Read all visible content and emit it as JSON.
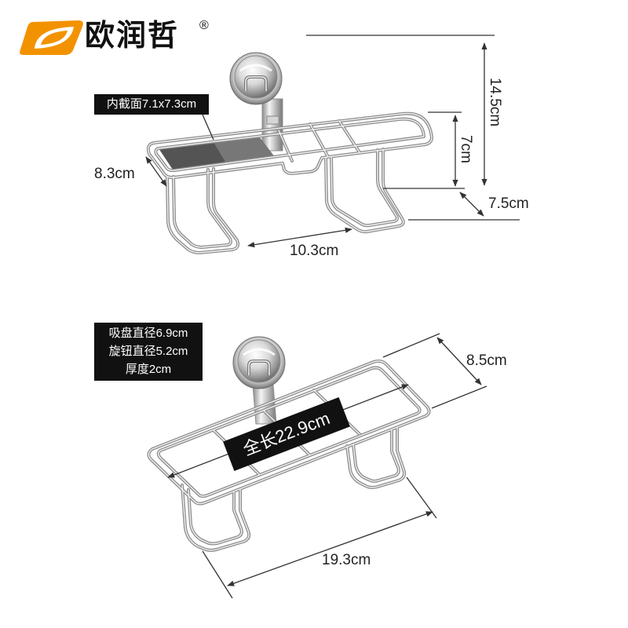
{
  "brand": {
    "name": "欧润哲",
    "registered_mark": "®",
    "logo_icon": "orange-leaf-logo-icon",
    "logo_color": "#F39200"
  },
  "top_view": {
    "inner_section_label": "内截面7.1x7.3cm",
    "depth_label": "8.3cm",
    "width_label": "10.3cm",
    "total_height_label": "14.5cm",
    "basket_height_label": "7cm",
    "leg_depth_label": "7.5cm"
  },
  "bottom_view": {
    "specs": [
      "吸盘直径6.9cm",
      "旋钮直径5.2cm",
      "厚度2cm"
    ],
    "depth_label": "8.5cm",
    "total_length_label": "全长22.9cm",
    "bottom_length_label": "19.3cm"
  },
  "colors": {
    "background": "#FFFFFF",
    "label_box": "#111111",
    "label_box_text": "#FFFFFF",
    "dimension_line": "#333333",
    "chrome": "#A8A8A8",
    "glass_tray": "#555555"
  }
}
